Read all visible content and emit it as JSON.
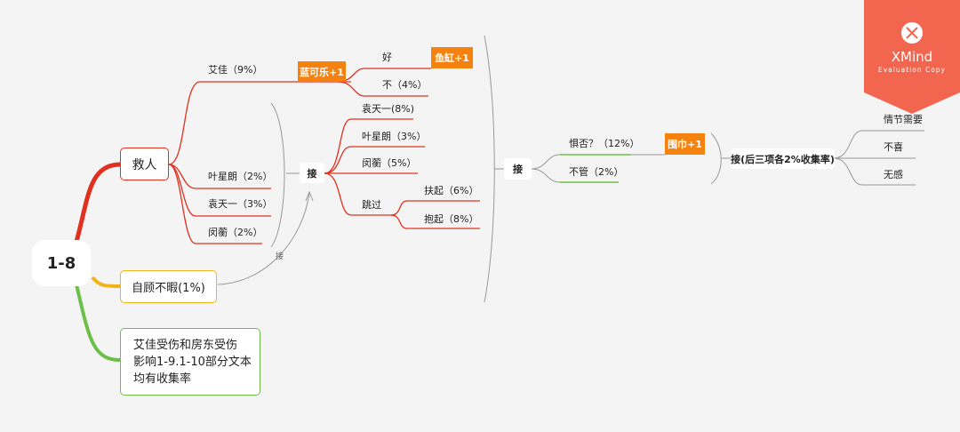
{
  "root": {
    "label": "1-8"
  },
  "branches": {
    "save": {
      "label": "救人",
      "color": "#e0301e"
    },
    "self": {
      "label": "自顾不暇(1%)",
      "color": "#f2b21b"
    },
    "note": {
      "lines": [
        "艾佳受伤和房东受伤",
        "影响1-9.1-10部分文本",
        "均有收集率"
      ],
      "color": "#6cc04a"
    }
  },
  "save_children": [
    "艾佳（9%）",
    "叶星朗（2%）",
    "袁天一（3%）",
    "闵蘅（2%）"
  ],
  "tag_cola": "蓝可乐+1",
  "aijia_children": [
    "好",
    "不（4%）"
  ],
  "tag_fishtank": "鱼缸+1",
  "relation_label": "接",
  "jie1": {
    "label": "接",
    "children": [
      "袁天一(8%)",
      "叶星朗（3%）",
      "闵蘅（5%）",
      "跳过"
    ],
    "skip_children": [
      "扶起（6%）",
      "抱起（8%）"
    ]
  },
  "jie2": {
    "label": "接",
    "children": [
      "惧否？（12%）",
      "不管（2%）"
    ],
    "tag_scarf": "围巾+1"
  },
  "jie3": {
    "label": "接(后三项各2%收集率)",
    "children": [
      "情节需要",
      "不喜",
      "无感"
    ]
  },
  "watermark": {
    "brand": "XMind",
    "subtitle": "Evaluation Copy",
    "color": "#f2654f"
  }
}
